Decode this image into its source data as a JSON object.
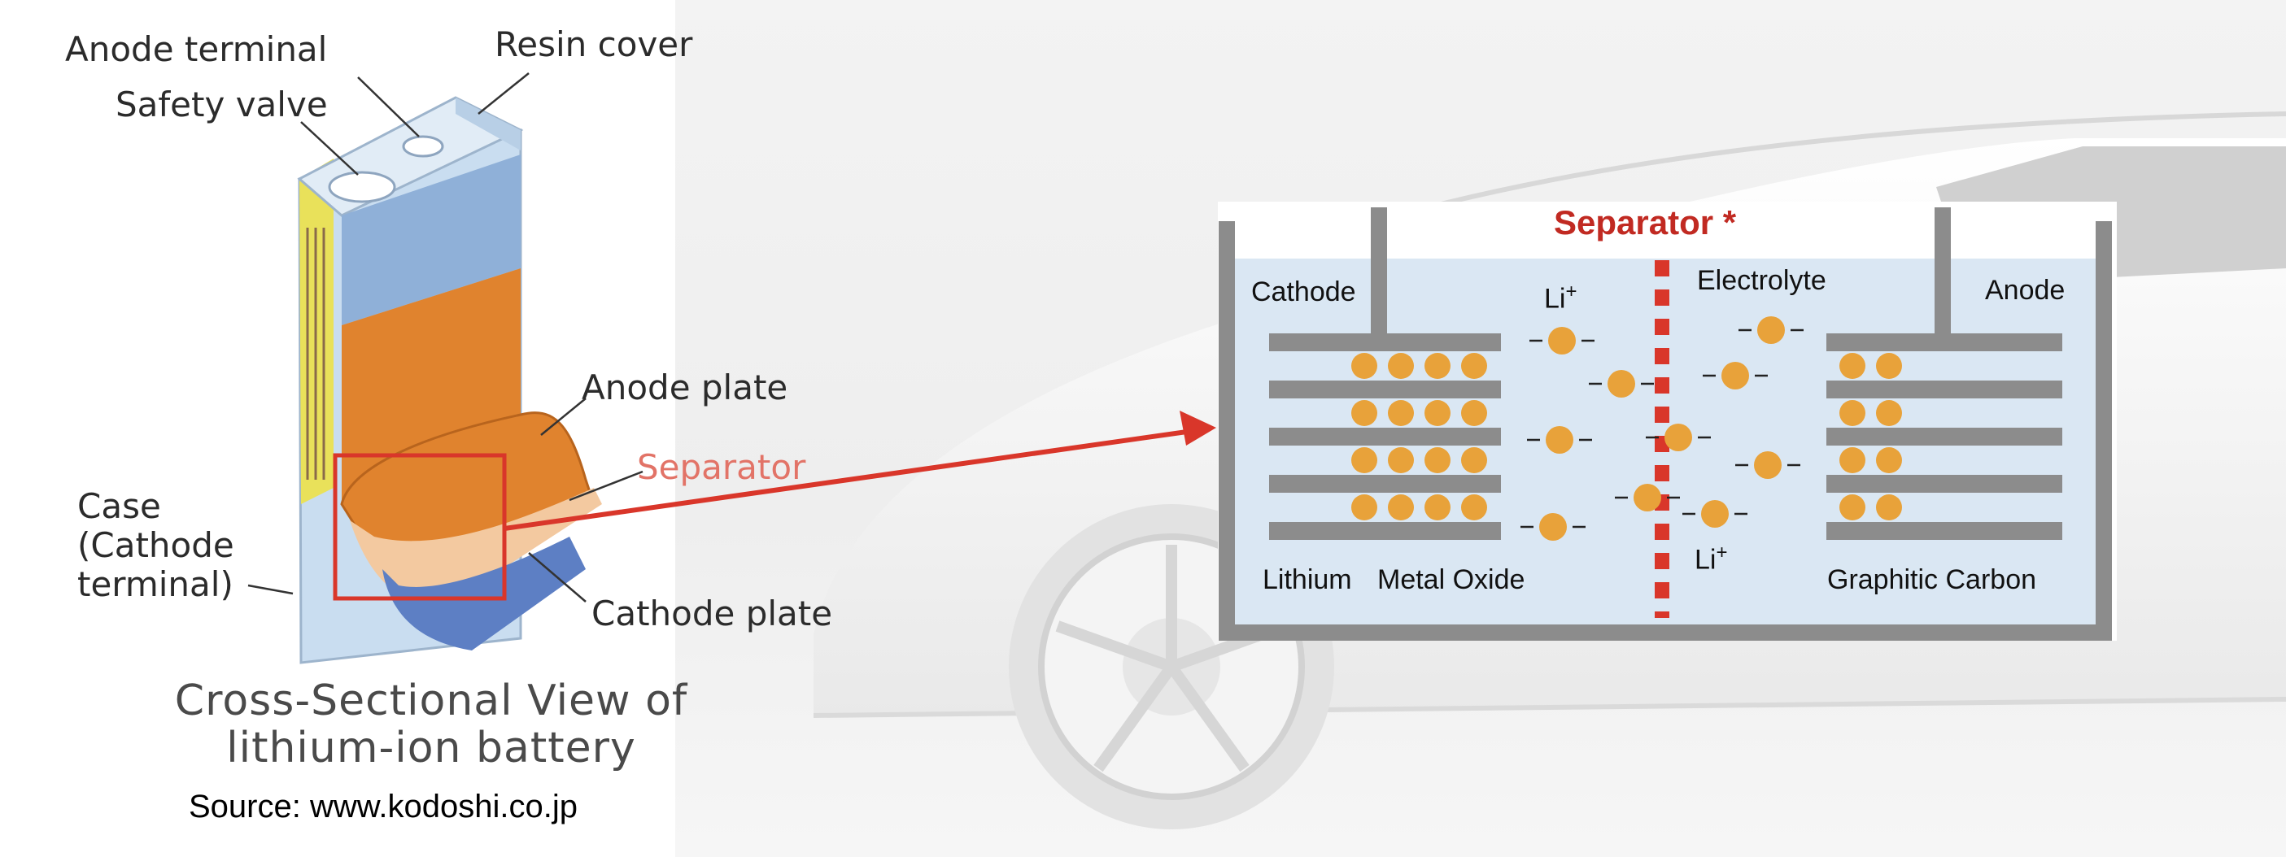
{
  "battery": {
    "callouts": {
      "anode_terminal": "Anode terminal",
      "resin_cover": "Resin cover",
      "safety_valve": "Safety valve",
      "anode_plate": "Anode plate",
      "separator": "Separator",
      "case_line1": "Case",
      "case_line2": "(Cathode",
      "case_line3": "terminal)",
      "cathode_plate": "Cathode plate"
    },
    "caption_line1": "Cross-Sectional View of",
    "caption_line2": "lithium-ion battery",
    "source": "Source: www.kodoshi.co.jp"
  },
  "cell_diagram": {
    "title": "Separator *",
    "cathode": "Cathode",
    "anode": "Anode",
    "electrolyte": "Electrolyte",
    "li_ion_base": "Li",
    "li_ion_charge": "+",
    "cathode_material_1": "Lithium",
    "cathode_material_2": "Metal Oxide",
    "anode_material": "Graphitic Carbon"
  },
  "colors": {
    "ion": "#e8a23a",
    "separator": "#d9362a",
    "electrolyte": "#dae7f3",
    "plate": "#8c8c8c",
    "arrow": "#d9362a",
    "anode_sheet": "#e0832e",
    "blue_sheet": "#8fb0d8"
  }
}
